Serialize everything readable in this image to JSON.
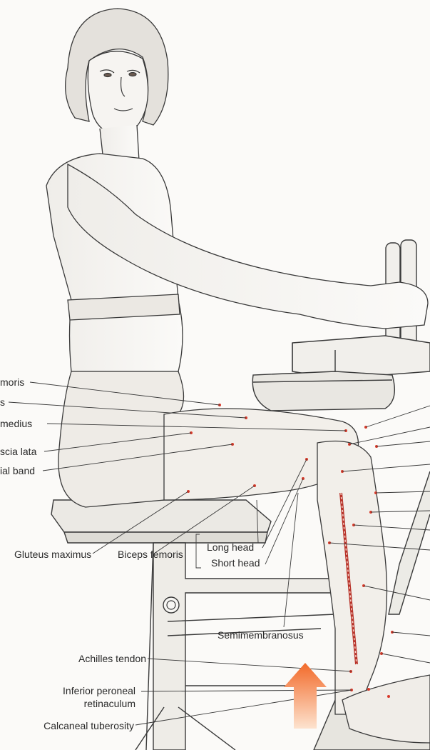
{
  "labels": {
    "rectus_femoris": "moris",
    "vastus_lateralis": "s",
    "gluteus_medius": "medius",
    "tensor_fasciae_latae": "scia lata",
    "iliotibial_band": "ial band",
    "gluteus_maximus": "Gluteus maximus",
    "biceps_femoris": "Biceps femoris",
    "long_head": "Long head",
    "short_head": "Short head",
    "semimembranosus": "Semimembranosus",
    "achilles_tendon": "Achilles tendon",
    "inferior_peroneal_retinaculum_1": "Inferior peroneal",
    "inferior_peroneal_retinaculum_2": "retinaculum",
    "calcaneal_tuberosity": "Calcaneal tuberosity"
  },
  "colors": {
    "line": "#3a3a3a",
    "muscle_dot": "#d83a2a",
    "arrow_top": "#f26a2a",
    "arrow_bottom": "#fde3cf",
    "tendon": "#b8332a"
  },
  "icons": {
    "seat_adjust_knob": "copyright-circle-icon"
  }
}
